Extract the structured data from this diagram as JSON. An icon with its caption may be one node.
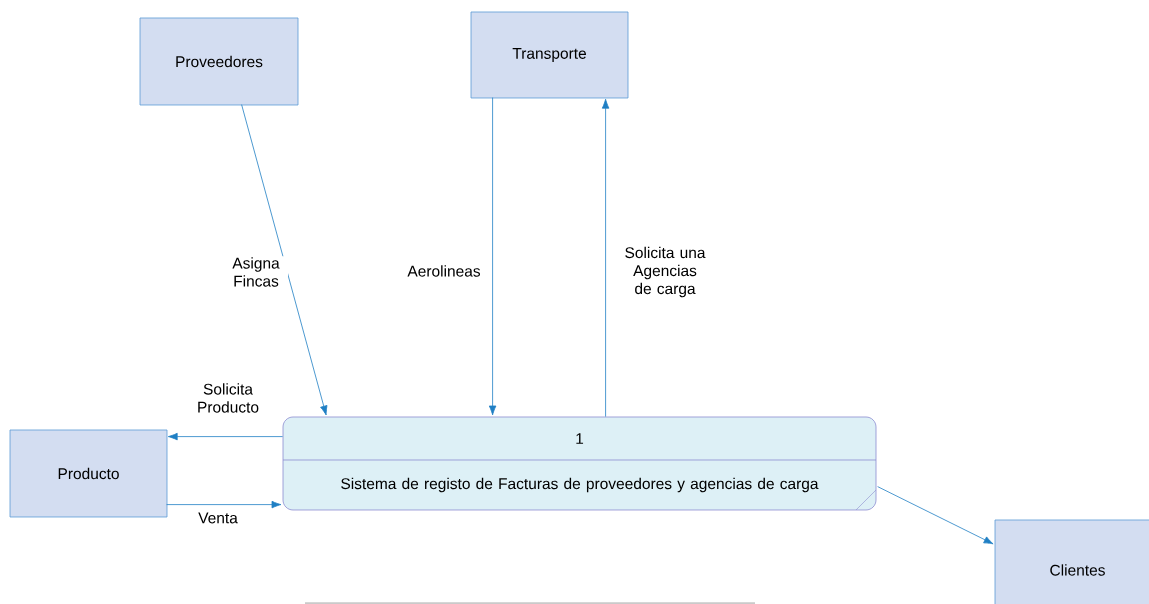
{
  "diagram": {
    "nodes": [
      {
        "text": [
          "Proveedores"
        ]
      },
      {
        "text": [
          "Transporte"
        ]
      },
      {
        "text": [
          "Producto"
        ]
      },
      {
        "text": [
          "1",
          "Sistema de registo de Facturas de proveedores y agencias de carga"
        ]
      },
      {
        "text": [
          "Clientes"
        ]
      }
    ],
    "edges": [
      {
        "from": 0,
        "to": 3,
        "arrow": "to",
        "label": "Asigna Fincas"
      },
      {
        "from": 1,
        "to": 3,
        "arrow": "to",
        "label": "Aerolineas"
      },
      {
        "from": 3,
        "to": 1,
        "arrow": "to",
        "label": "Solicita una Agencias de carga"
      },
      {
        "from": 3,
        "to": 2,
        "arrow": "to",
        "label": "Solicita Producto"
      },
      {
        "from": 2,
        "to": 3,
        "arrow": "to",
        "label": "Venta"
      },
      {
        "from": 3,
        "to": 4,
        "arrow": "to"
      }
    ]
  }
}
